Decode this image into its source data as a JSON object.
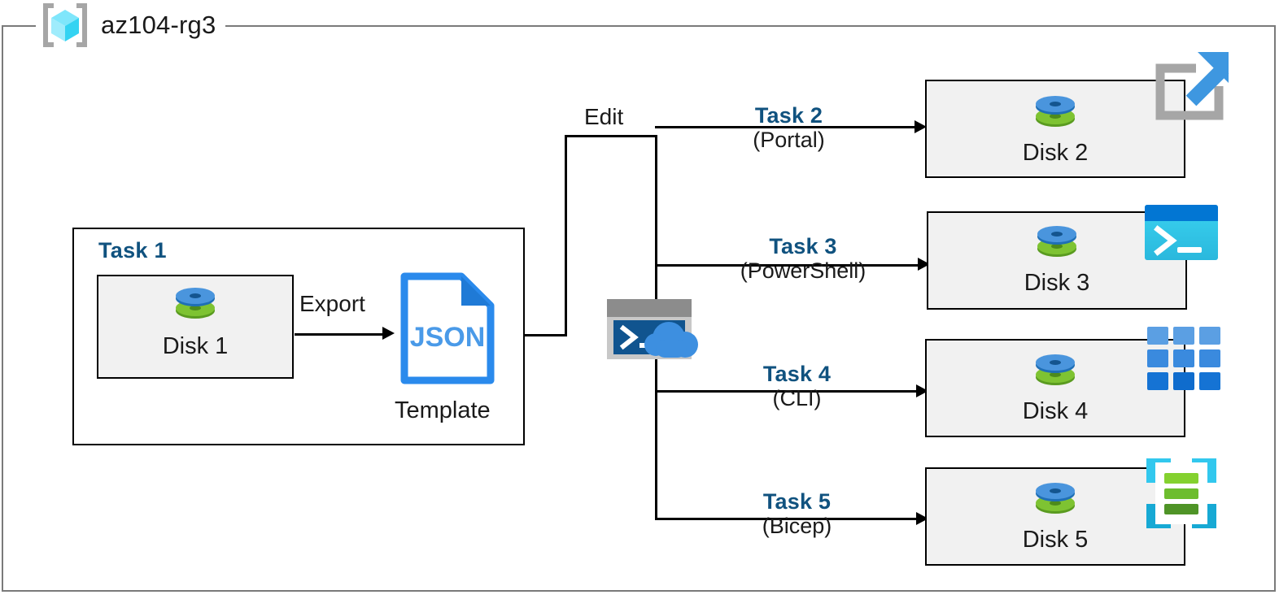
{
  "resource_group": {
    "name": "az104-rg3",
    "icon": "resource-group-cube-icon"
  },
  "task1": {
    "label": "Task 1",
    "disk": {
      "caption": "Disk 1",
      "icon": "disk-stack-icon"
    },
    "export_label": "Export",
    "template": {
      "file_type": "JSON",
      "caption": "Template",
      "icon": "json-file-icon"
    }
  },
  "edit_label": "Edit",
  "cloud_shell": {
    "icon": "cloud-shell-icon",
    "prompt": ">_"
  },
  "branches": [
    {
      "task": "Task 2",
      "tool": "(Portal)",
      "target": {
        "caption": "Disk 2",
        "icon": "disk-stack-icon"
      },
      "tech_icon": "azure-portal-icon"
    },
    {
      "task": "Task 3",
      "tool": "(PowerShell)",
      "target": {
        "caption": "Disk 3",
        "icon": "disk-stack-icon"
      },
      "tech_icon": "powershell-icon"
    },
    {
      "task": "Task 4",
      "tool": "(CLI)",
      "target": {
        "caption": "Disk 4",
        "icon": "disk-stack-icon"
      },
      "tech_icon": "azure-cli-icon"
    },
    {
      "task": "Task 5",
      "tool": "(Bicep)",
      "target": {
        "caption": "Disk 5",
        "icon": "disk-stack-icon"
      },
      "tech_icon": "bicep-icon"
    }
  ],
  "colors": {
    "task_label_blue": "#10527f",
    "disk_blue": "#3a8ad8",
    "disk_green": "#6eb32a",
    "json_blue": "#2a8aec",
    "powershell_cyan": "#32c8ee",
    "powershell_header": "#0276d3",
    "cli_blue": "#2f87de",
    "bicep_cyan": "#32c8ee",
    "bicep_green": "#70bf30",
    "portal_gray": "#a6a6a6",
    "portal_arrow_blue": "#3e97e0",
    "container_border": "#7a7a7a",
    "box_fill": "#f1f1f1"
  }
}
